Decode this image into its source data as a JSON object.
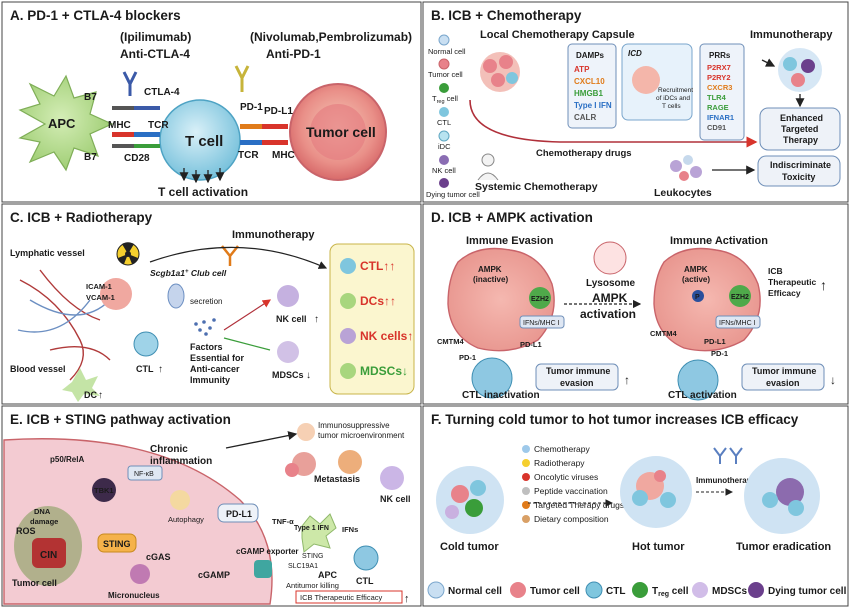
{
  "panelA": {
    "title": "A. PD-1 + CTLA-4 blockers",
    "ipilimumab": "(Ipilimumab)",
    "anti_ctla4": "Anti-CTLA-4",
    "nivolumab": "(Nivolumab,Pembrolizumab)",
    "anti_pd1": "Anti-PD-1",
    "apc": "APC",
    "tcell": "T cell",
    "tumor": "Tumor cell",
    "b7a": "B7",
    "ctla4": "CTLA-4",
    "pd1": "PD-1",
    "pdl1": "PD-L1",
    "mhc_left": "MHC",
    "tcr_left": "TCR",
    "b7b": "B7",
    "cd28": "CD28",
    "tcr_right": "TCR",
    "mhc_right": "MHC",
    "activation": "T cell activation"
  },
  "panelB": {
    "title": "B. ICB + Chemotherapy",
    "capsule": "Local Chemotherapy Capsule",
    "immunotherapy": "Immunotherapy",
    "legend": [
      "Normal cell",
      "Tumor cell",
      "T",
      "CTL",
      "iDC",
      "NK cell",
      "Dying tumor cell"
    ],
    "treg_sub": "reg",
    "treg_suffix": " cell",
    "damps_title": "DAMPs",
    "damps": [
      {
        "text": "ATP",
        "color": "#d8342b"
      },
      {
        "text": "CXCL10",
        "color": "#e07b1a"
      },
      {
        "text": "HMGB1",
        "color": "#3a9d3a"
      },
      {
        "text": "Type I IFN",
        "color": "#2a6fc4"
      },
      {
        "text": "CALR",
        "color": "#555555"
      }
    ],
    "icd": "ICD",
    "recruit": [
      "Recruitment",
      "of iDCs and",
      "T cells"
    ],
    "prrs_title": "PRRs",
    "prrs": [
      {
        "text": "P2RX7",
        "color": "#d8342b"
      },
      {
        "text": "P2RY2",
        "color": "#d8342b"
      },
      {
        "text": "CXCR3",
        "color": "#e07b1a"
      },
      {
        "text": "TLR4",
        "color": "#3a9d3a"
      },
      {
        "text": "RAGE",
        "color": "#3a9d3a"
      },
      {
        "text": "IFNAR1",
        "color": "#2a6fc4"
      },
      {
        "text": "CD91",
        "color": "#555555"
      }
    ],
    "enhanced": [
      "Enhanced",
      "Targeted",
      "Therapy"
    ],
    "chemo_drugs": "Chemotherapy drugs",
    "systemic": "Systemic Chemotherapy",
    "leukocytes": "Leukocytes",
    "indiscriminate": [
      "Indiscriminate",
      "Toxicity"
    ]
  },
  "panelC": {
    "title": "C. ICB + Radiotherapy",
    "lymphatic": "Lymphatic vessel",
    "immunotherapy": "Immunotherapy",
    "icam": "ICAM-1",
    "vcam": "VCAM-1",
    "club": "Scgb1a1",
    "club_suffix": " Club cell",
    "secretion": "secretion",
    "factors": [
      "Factors",
      "Essential for",
      "Anti-cancer",
      "Immunity"
    ],
    "nk": "NK cell",
    "blood": "Blood vessel",
    "ctl": "CTL",
    "mdscs": "MDSCs",
    "dc": "DC",
    "results": [
      {
        "text": "CTL↑↑",
        "color": "#d8342b"
      },
      {
        "text": "DCs↑↑",
        "color": "#d8342b"
      },
      {
        "text": "NK cells↑",
        "color": "#d8342b"
      },
      {
        "text": "MDSCs↓",
        "color": "#3a9d3a"
      }
    ]
  },
  "panelD": {
    "title": "D. ICB + AMPK activation",
    "evasion": "Immune Evasion",
    "activation_title": "Immune Activation",
    "lysosome": "Lysosome",
    "ampk_inactive": [
      "AMPK",
      "(inactive)"
    ],
    "ampk_active": [
      "AMPK",
      "(active)"
    ],
    "ezh2": "EZH2",
    "ifns": "IFNs/MHC I",
    "ampk_act": [
      "AMPK",
      "activation"
    ],
    "cmtm4": "CMTM4",
    "pd1": "PD-1",
    "pdl1": "PD-L1",
    "p": "P",
    "escape": [
      "Tumor immune",
      "evasion"
    ],
    "ctl_in": "CTL inactivation",
    "ctl_act": "CTL activation",
    "icb": [
      "ICB",
      "Therapeutic",
      "Efficacy"
    ]
  },
  "panelE": {
    "title": "E. ICB + STING pathway activation",
    "chronic": [
      "Chronic",
      "inflammation"
    ],
    "immunosupp": [
      "Immunosuppressive",
      "tumor microenvironment"
    ],
    "p50": "p50/RelA",
    "tbk1": "TBK1",
    "nfkb": "NF-κB",
    "dna_damage": [
      "DNA",
      "damage"
    ],
    "ros": "ROS",
    "cin": "CIN",
    "sting": "STING",
    "autophagy": "Autophagy",
    "pdl1": "PD-L1",
    "metastasis": "Metastasis",
    "nk": "NK cell",
    "tnf": "TNF-α",
    "type1": "Type 1 IFN",
    "ifns": "IFNs",
    "sting2": "STING",
    "slc": "SLC19A1",
    "apc": "APC",
    "ctl": "CTL",
    "cgas": "cGAS",
    "cgamp": "cGAMP",
    "exporter": "cGAMP exporter",
    "tumor": "Tumor cell",
    "micronucleus": "Micronucleus",
    "killing": "Antitumor killing",
    "icb": "ICB Therapeutic Efficacy"
  },
  "panelF": {
    "title": "F. Turning cold tumor to hot tumor increases ICB efficacy",
    "list": [
      "Chemotherapy",
      "Radiotherapy",
      "Oncolytic viruses",
      "Peptide vaccination",
      "Targeted Therapy drugs",
      "Dietary composition"
    ],
    "immunotherapy": "Immunotherapy",
    "cold": "Cold tumor",
    "hot": "Hot tumor",
    "eradication": "Tumor eradication"
  },
  "legend": {
    "items": [
      "Normal cell",
      "Tumor cell",
      "CTL",
      "T",
      "MDSCs",
      "Dying tumor cell"
    ],
    "treg_sub": "reg",
    "treg_suffix": " cell"
  },
  "colors": {
    "tumor": "#e8828a",
    "tcell": "#7fc6de",
    "apc": "#a8d67e",
    "normal": "#c9dff2",
    "nk": "#b9a3d6",
    "red": "#d8342b",
    "green": "#3a9d3a",
    "blue": "#2a6fc4"
  }
}
